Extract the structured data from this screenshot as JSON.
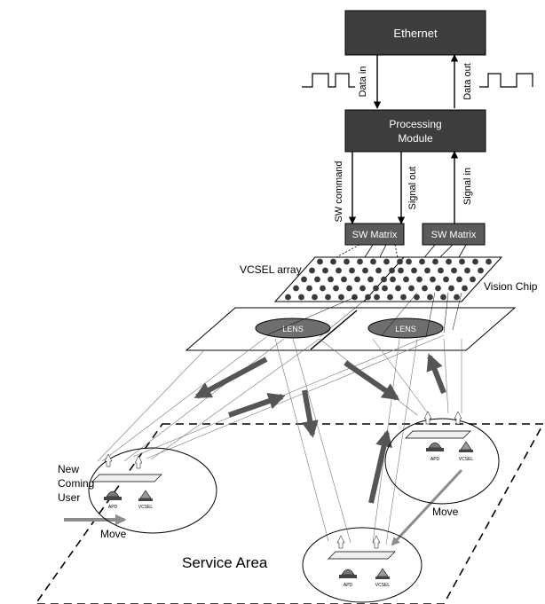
{
  "boxes": {
    "ethernet": "Ethernet",
    "processing_line1": "Processing",
    "processing_line2": "Module",
    "sw_matrix_left": "SW Matrix",
    "sw_matrix_right": "SW Matrix"
  },
  "signals": {
    "data_in": "Data in",
    "data_out": "Data out",
    "sw_command": "SW command",
    "signal_out": "Signal out",
    "signal_in": "Signal in"
  },
  "labels": {
    "vcsel_array": "VCSEL array",
    "vision_chip": "Vision Chip",
    "lens_left": "LENS",
    "lens_right": "LENS",
    "new_user_line1": "New",
    "new_user_line2": "Coming",
    "new_user_line3": "User",
    "move_left": "Move",
    "move_right": "Move",
    "service_area": "Service Area"
  },
  "terminal_labels": {
    "apd": "APD",
    "vcsel": "VCSEL"
  },
  "colors": {
    "box_dark": "#3d3d3d",
    "box_mid": "#5a5a5a",
    "lens_fill": "#6e6e6e",
    "arrow_dark": "#555555",
    "arrow_light": "#8c8c8c",
    "line": "#000000"
  }
}
